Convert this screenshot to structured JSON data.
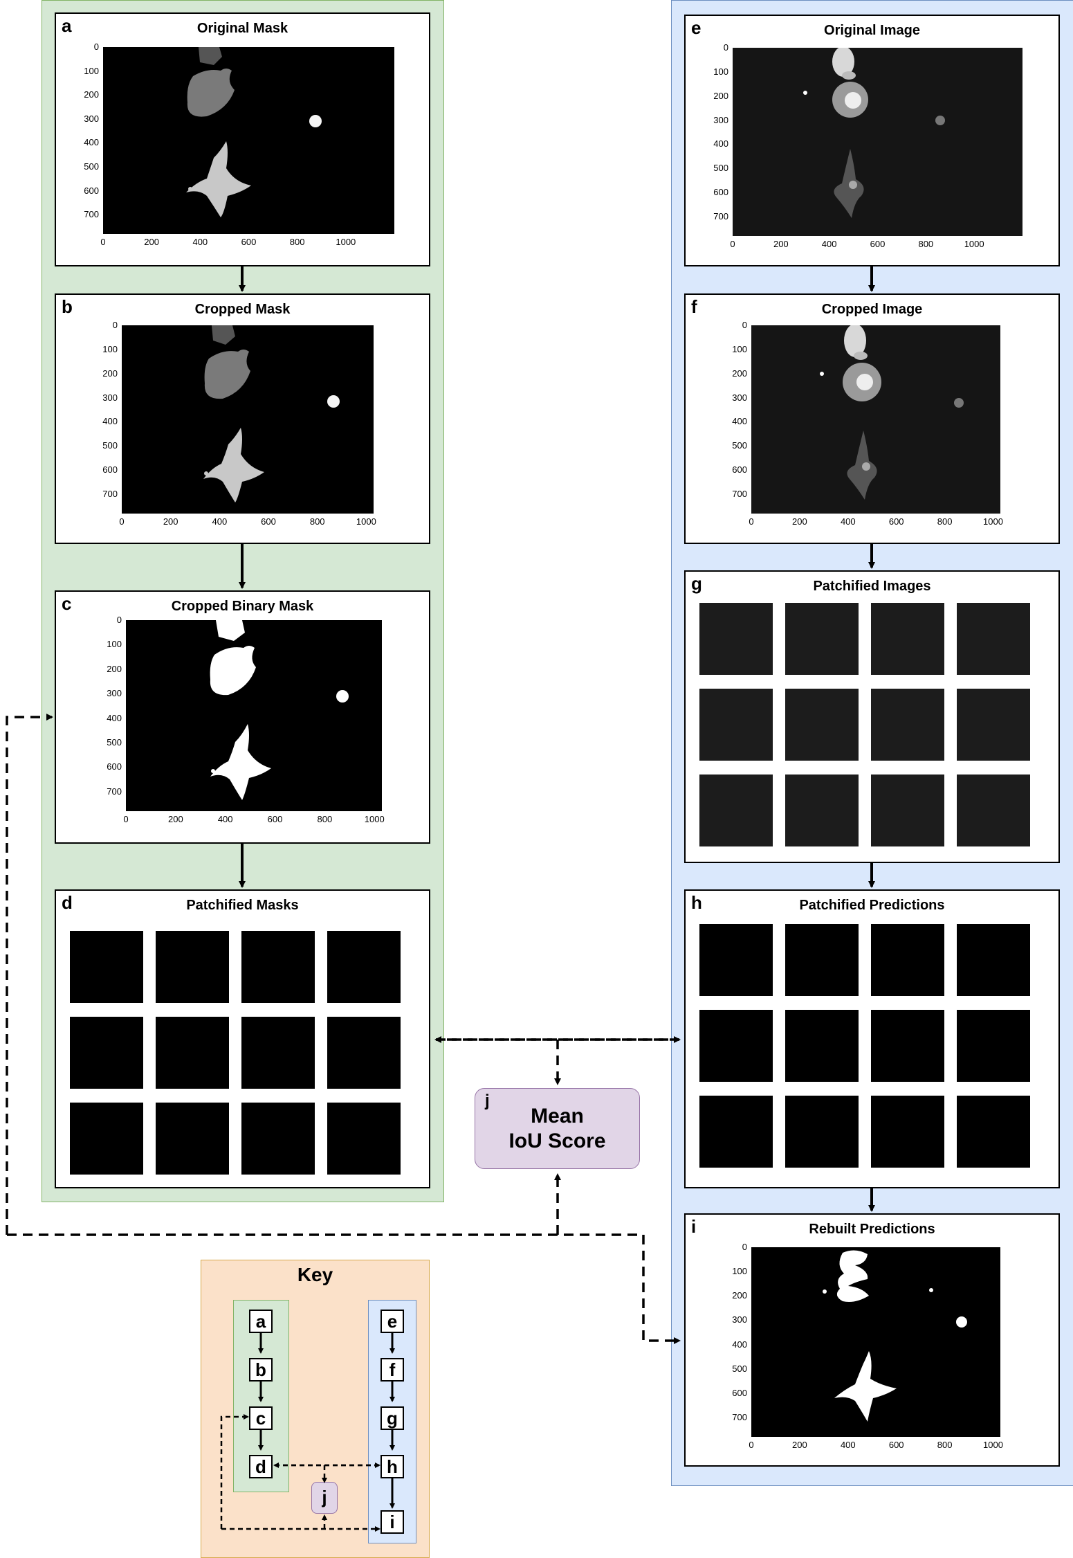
{
  "panels": {
    "a": {
      "letter": "a",
      "title": "Original Mask"
    },
    "b": {
      "letter": "b",
      "title": "Cropped Mask"
    },
    "c": {
      "letter": "c",
      "title": "Cropped Binary Mask"
    },
    "d": {
      "letter": "d",
      "title": "Patchified Masks"
    },
    "e": {
      "letter": "e",
      "title": "Original Image"
    },
    "f": {
      "letter": "f",
      "title": "Cropped Image"
    },
    "g": {
      "letter": "g",
      "title": "Patchified Images"
    },
    "h": {
      "letter": "h",
      "title": "Patchified Predictions"
    },
    "i": {
      "letter": "i",
      "title": "Rebuilt Predictions"
    }
  },
  "axes": {
    "y_ticks": [
      "0",
      "100",
      "200",
      "300",
      "400",
      "500",
      "600",
      "700"
    ],
    "x_ticks_original": [
      "0",
      "200",
      "400",
      "600",
      "800",
      "1000"
    ],
    "x_ticks_cropped": [
      "0",
      "200",
      "400",
      "600",
      "800",
      "1000"
    ]
  },
  "iou_box": {
    "letter": "j",
    "line1": "Mean",
    "line2": "IoU Score"
  },
  "key": {
    "title": "Key",
    "left_nodes": [
      "a",
      "b",
      "c",
      "d"
    ],
    "right_nodes": [
      "e",
      "f",
      "g",
      "h",
      "i"
    ],
    "j_node": "j"
  },
  "colors": {
    "mask_group_bg": "#d5e8d4",
    "image_group_bg": "#dae8fc",
    "key_bg": "#fbe1c9",
    "iou_bg": "#e1d5e7"
  }
}
